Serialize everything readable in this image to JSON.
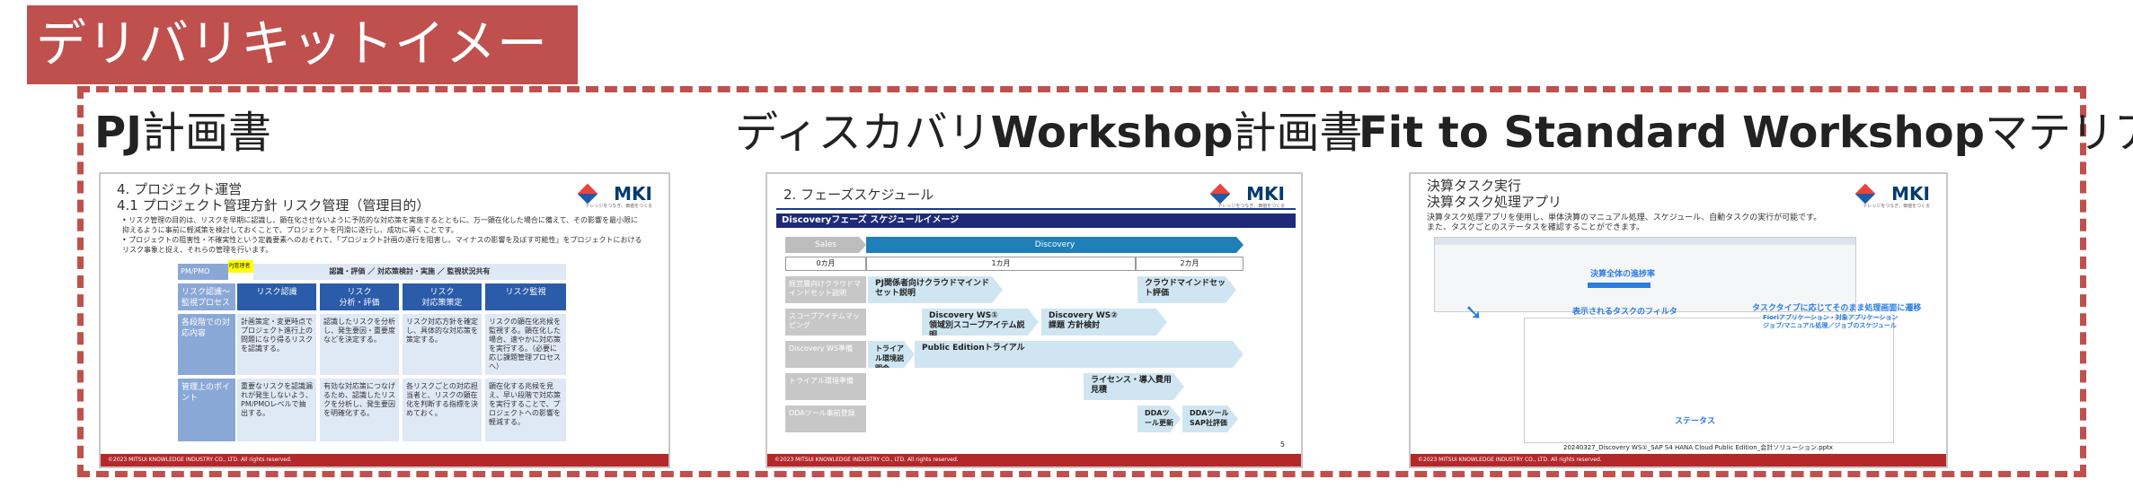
{
  "banner": {
    "title": "デリバリキットイメージ"
  },
  "items": [
    {
      "title_bold": "PJ",
      "title_rest": "計画書"
    },
    {
      "title_prefix": "ディスカバリ",
      "title_bold": "Workshop",
      "title_rest": "計画書"
    },
    {
      "title_bold": "Fit to Standard Workshop",
      "title_rest": "マテリアル"
    }
  ],
  "slide1": {
    "heading1": "4. プロジェクト運営",
    "heading2": "4.1 プロジェクト管理方針 リスク管理（管理目的）",
    "bullet1": "• リスク管理の目的は、リスクを早期に認識し、顕在化させないように予防的な対応策を実施するとともに、万一顕在化した場合に備えて、その影響を最小限に抑えるように事前に軽減策を検討しておくことで、プロジェクトを円滑に遂行し、成功に導くことです。",
    "bullet2": "• プロジェクトの阻害性・不確実性という定義要素へのおそれて、「プロジェクト計画の遂行を阻害し、マイナスの影響を及ぼす可能性」をプロジェクトにおけるリスク事象と捉え、それらの管理を行います。",
    "pmpmo": "PM/PMO",
    "badge": "PJ管理者",
    "phase_header": "認識・評価 ／ 対応策検討・実施 ／ 監視状況共有",
    "row_labels": [
      "リスク認識～監視プロセス",
      "各段階での対応内容",
      "管理上のポイント"
    ],
    "steps": [
      "リスク認識",
      "リスク\n分析・評価",
      "リスク\n対応策策定",
      "リスク監視"
    ],
    "row2": [
      "計画策定・変更時点でプロジェクト進行上の問題になり得るリスクを認識する。",
      "認識したリスクを分析し、発生要因・重要度などを決定する。",
      "リスク対応方針を確定し、具体的な対応策を策定する。",
      "リスクの顕在化兆候を監視する。顕在化した場合、速やかに対応策を実行する。（必要に応じ課題管理プロセスへ）"
    ],
    "row3": [
      "重要なリスクを認識漏れが発生しないよう、PM/PMOレベルで抽出する。",
      "有効な対応策につなげるため、認識したリスクを分析し、発生要因を明確化する。",
      "各リスクごとの対応担当者と、リスクの顕在化を判断する指標を決めておく。",
      "顕在化する兆候を見え、早い段階で対応策を実行することで、プロジェクトへの影響を軽減する。"
    ],
    "footer": "©2023 MITSUI KNOWLEDGE INDUSTRY CO., LTD. All rights reserved."
  },
  "slide2": {
    "heading": "2. フェーズスケジュール",
    "banner": "Discoveryフェーズ スケジュールイメージ",
    "phase_sales": "Sales",
    "phase_discovery": "Discovery",
    "months": [
      "0カ月",
      "1カ月",
      "2カ月"
    ],
    "row_labels": [
      "経営層向けクラウドマインドセット説明",
      "スコープアイテムマッピング",
      "Discovery WS準備",
      "トライアル環境準備",
      "DDAツール事前登録"
    ],
    "tasks": {
      "t1": "PJ関係者向けクラウドマインドセット説明",
      "t2": "クラウドマインドセット評価",
      "t3": "Discovery WS①\n領域別スコープアイテム説明",
      "t4": "Discovery WS②\n課題 方針検討",
      "t5": "トライアル環境説明会",
      "t6": "Public Editionトライアル",
      "t7": "ライセンス・導入費用見積",
      "t8": "DDAツール更新",
      "t9": "DDAツール\nSAP社評価"
    },
    "page": "5",
    "footer": "©2023 MITSUI KNOWLEDGE INDUSTRY CO., LTD. All rights reserved."
  },
  "slide3": {
    "heading1": "決算タスク実行",
    "heading2": "決算タスク処理アプリ",
    "body": "決算タスク処理アプリを使用し、単体決算のマニュアル処理、スケジュール、自動タスクの実行が可能です。\nまた、タスクごとのステータスを確認することができます。",
    "label_progress": "決算全体の進捗率",
    "label_filter": "表示されるタスクのフィルタ",
    "label_type": "タスクタイプに応じてそのまま処理画面に遷移",
    "label_type2": "Fioriアプリケーション・対象アプリケーション\nジョブ/マニュアル処理／ジョブのスケジュール",
    "label_status": "ステータス",
    "file_caption": "20240327_Discovery WS①_SAP S4 HANA Cloud Public Edition_会計ソリューション.pptx",
    "footer": "©2023 MITSUI KNOWLEDGE INDUSTRY CO., LTD. All rights reserved."
  },
  "brand": {
    "logo": "MKI",
    "tagline": "ナレッジをつなぎ、価値をつくる"
  },
  "colors": {
    "accent": "#c0504d",
    "brand_blue": "#1e3a8a",
    "footer_red": "#b5282a"
  }
}
